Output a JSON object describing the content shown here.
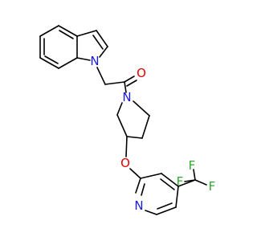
{
  "molecule": {
    "colors": {
      "bond": "#000000",
      "nitrogen": "#1a1adb",
      "oxygen": "#e00000",
      "fluorine": "#2fa82f",
      "background": "#ffffff"
    },
    "labels": {
      "indole_n": "N",
      "pyrrolidine_n": "N",
      "carbonyl_o": "O",
      "ether_o": "O",
      "pyridine_n": "N",
      "f_top": "F",
      "f_left": "F",
      "f_right": "F"
    }
  }
}
